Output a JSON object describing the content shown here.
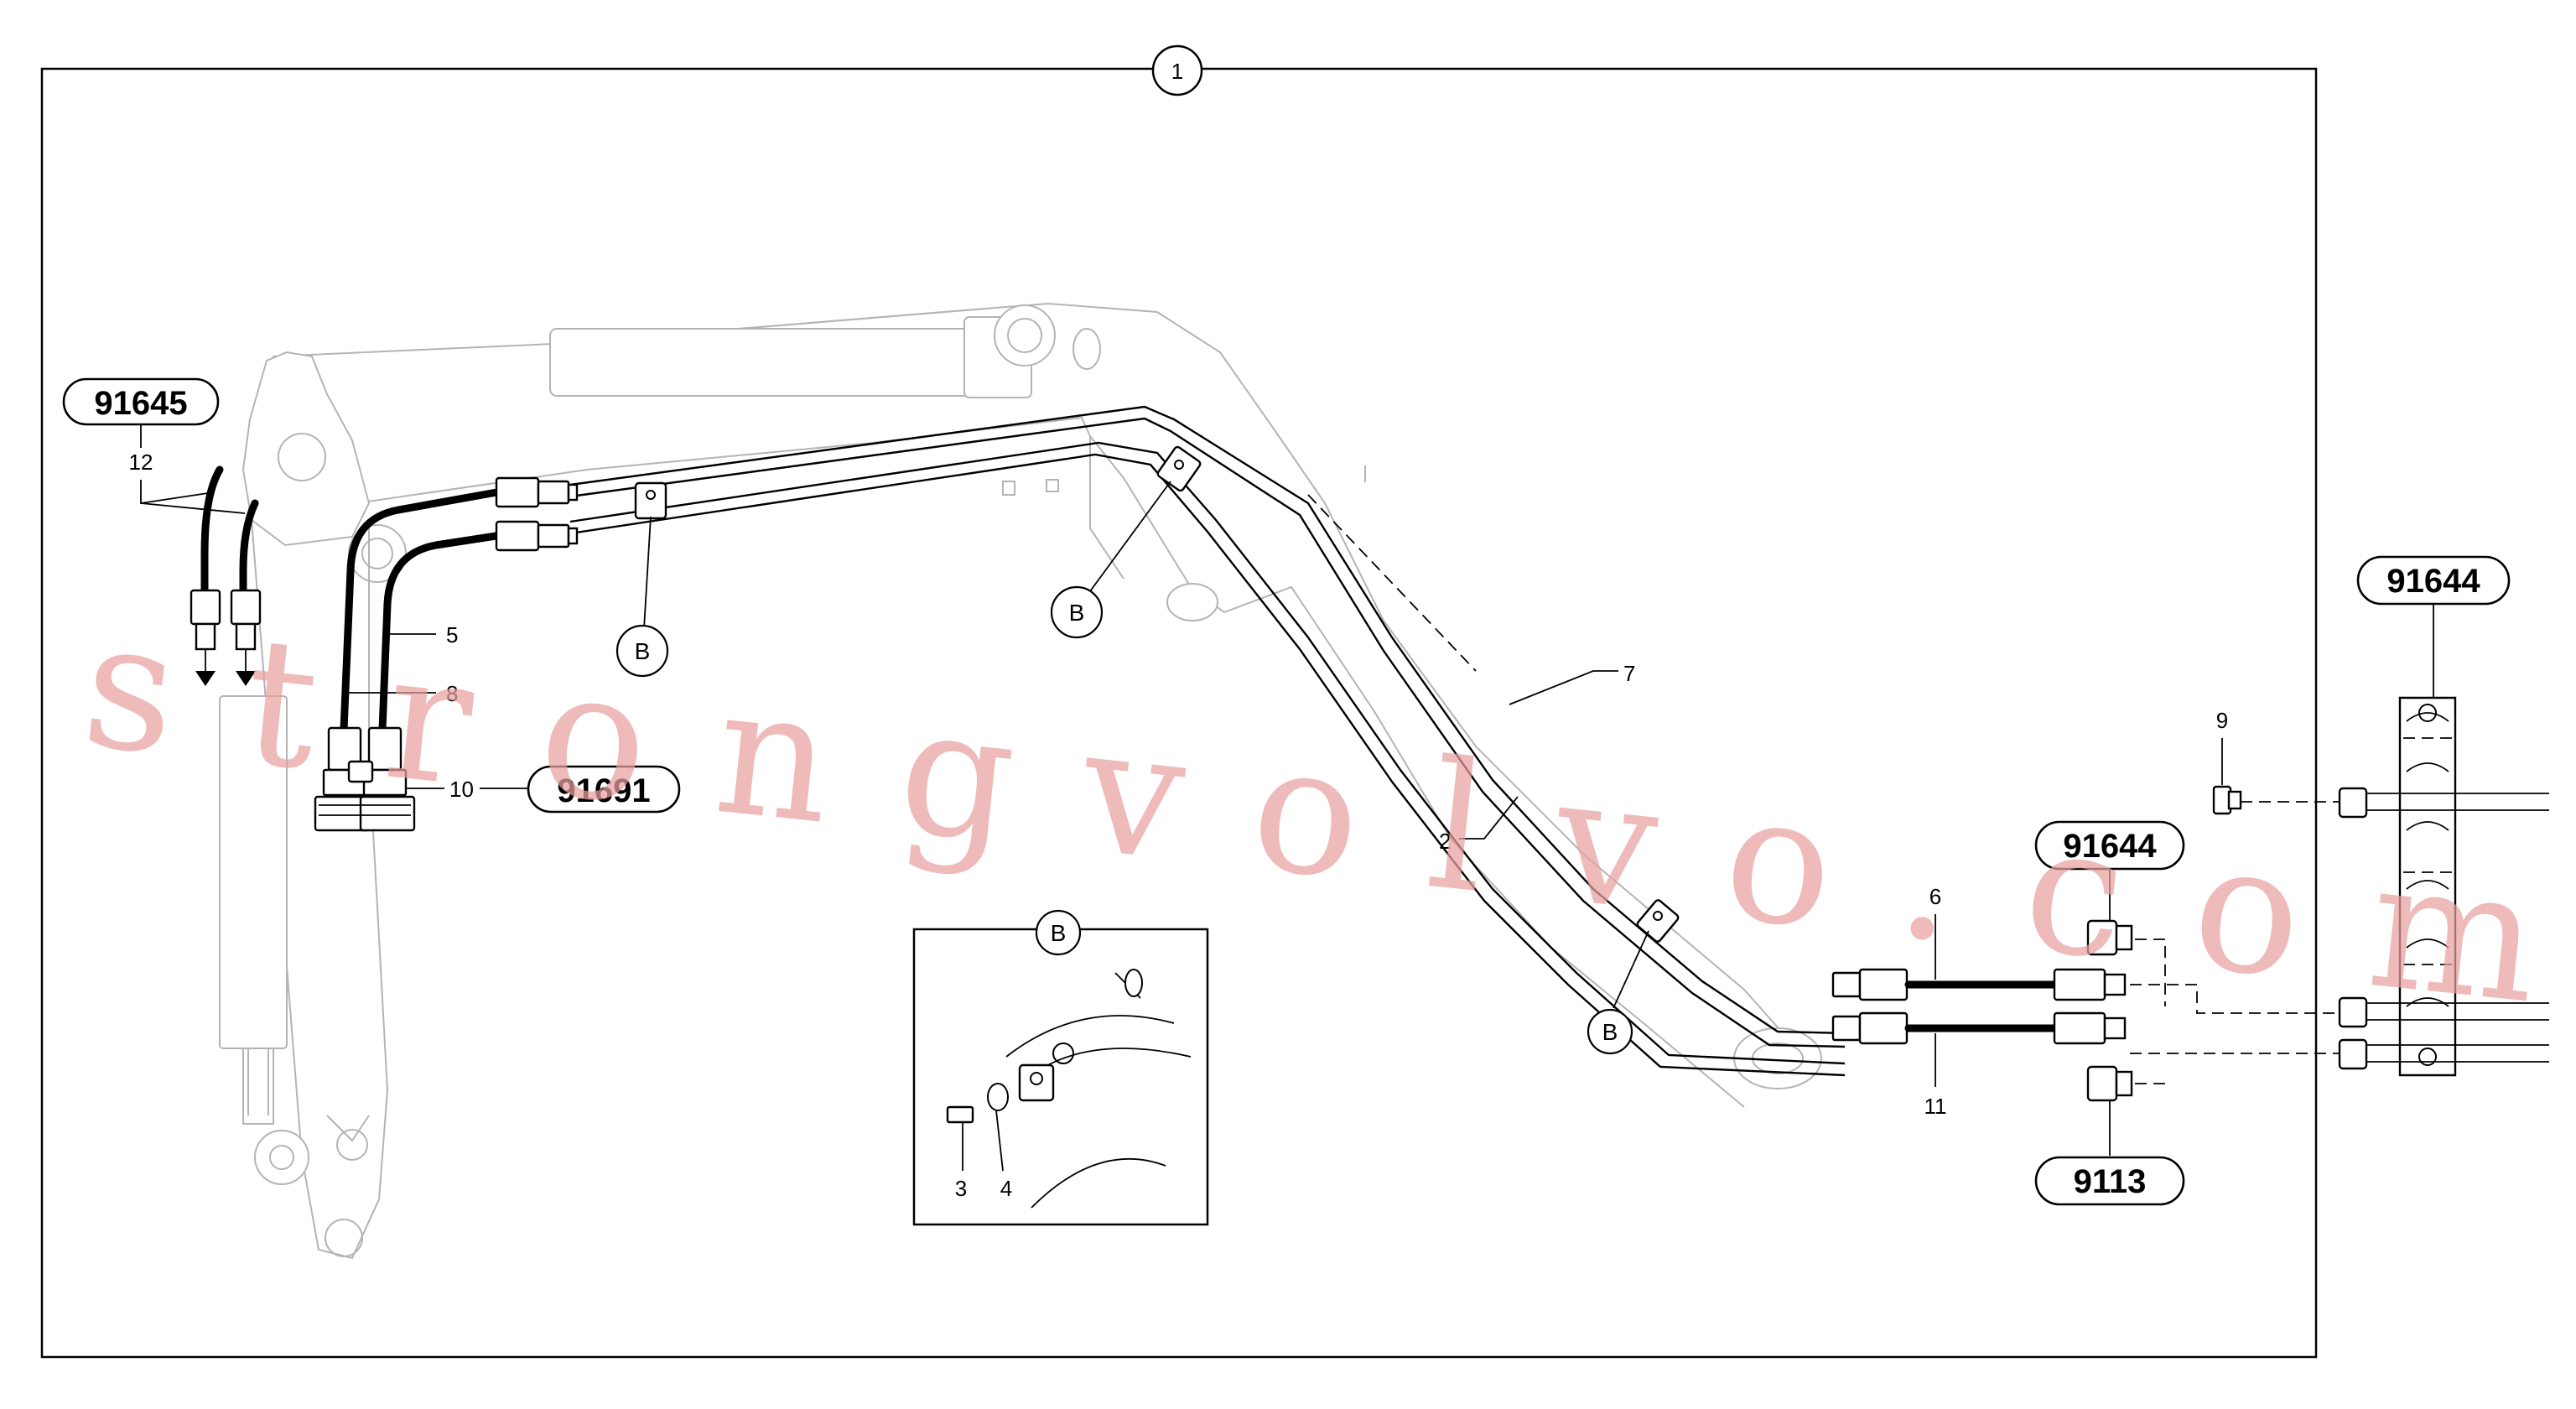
{
  "diagram": {
    "frame_number": "1",
    "callouts": {
      "c2": "2",
      "c3": "3",
      "c4": "4",
      "c5": "5",
      "c6": "6",
      "c7": "7",
      "c8": "8",
      "c9": "9",
      "c10": "10",
      "c11": "11",
      "c12": "12"
    },
    "detail_marker": "B",
    "part_refs": {
      "ref_top_left": "91645",
      "ref_middle_left": "91691",
      "ref_right_upper": "91644",
      "ref_right_lower": "9113",
      "ref_far_right": "91644"
    }
  },
  "watermark": {
    "text": "strongvolvo.com"
  },
  "colors": {
    "line": "#000000",
    "ghost": "#b4b4b4",
    "watermark": "#e8a0a0"
  }
}
